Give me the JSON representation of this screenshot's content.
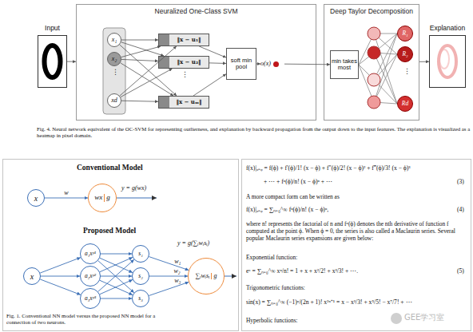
{
  "diagram": {
    "caption": "Fig. 4. Neural network equivalent of the OC-SVM for representing outlierness, and explanation by backward propagation from the output down to the input features. The explanation is visualized as a heatmap in pixel domain.",
    "nodes": [
      {
        "text": [
          "Input"
        ]
      },
      {
        "text": [
          "Neuralized One-Class SVM"
        ]
      },
      {
        "text": [
          "x₁"
        ],
        "in": 1
      },
      {
        "text": [
          "x₂"
        ],
        "in": 1
      },
      {
        "text": [
          "xd"
        ],
        "in": 1
      },
      {
        "text": [
          "‖x − u₁‖"
        ],
        "in": 1
      },
      {
        "text": [
          "‖x − u₂‖"
        ],
        "in": 1
      },
      {
        "text": [
          "‖x − uₘ‖"
        ],
        "in": 1
      },
      {
        "text": [
          "soft min pool"
        ],
        "in": 1
      },
      {
        "text": [
          "o(x)"
        ]
      },
      {
        "text": [
          "Deep Taylor Decomposition"
        ]
      },
      {
        "text": [
          "min takes most"
        ],
        "in": 10
      },
      {
        "text": [
          "R₁"
        ],
        "in": 10
      },
      {
        "text": [
          "R₂"
        ],
        "in": 10
      },
      {
        "text": [
          "Rd"
        ],
        "in": 10
      },
      {
        "text": [
          "Explanation"
        ]
      },
      {
        "text": [
          "x"
        ]
      },
      {
        "text": [
          "wx",
          "g"
        ]
      },
      {
        "text": [
          "x"
        ]
      },
      {
        "text": [
          "a₁xᵖ¹"
        ]
      },
      {
        "text": [
          "a₂xᵖ²"
        ]
      },
      {
        "text": [
          "a₃xᵖ³"
        ]
      },
      {
        "text": [
          "s₁"
        ]
      },
      {
        "text": [
          "s₂"
        ]
      },
      {
        "text": [
          "s₃"
        ]
      },
      {
        "text": [
          "∑ᵢwᵢsᵢ",
          "g"
        ]
      }
    ],
    "edges": [
      {
        "from": 0,
        "to": 1,
        "arrow": "to"
      },
      {
        "from": 2,
        "to": 5,
        "arrow": "to"
      },
      {
        "from": 2,
        "to": 6,
        "arrow": "to"
      },
      {
        "from": 2,
        "to": 7,
        "arrow": "to"
      },
      {
        "from": 3,
        "to": 5,
        "arrow": "to"
      },
      {
        "from": 3,
        "to": 6,
        "arrow": "to"
      },
      {
        "from": 3,
        "to": 7,
        "arrow": "to"
      },
      {
        "from": 4,
        "to": 5,
        "arrow": "to"
      },
      {
        "from": 4,
        "to": 6,
        "arrow": "to"
      },
      {
        "from": 4,
        "to": 7,
        "arrow": "to"
      },
      {
        "from": 5,
        "to": 8,
        "arrow": "to"
      },
      {
        "from": 6,
        "to": 8,
        "arrow": "to"
      },
      {
        "from": 7,
        "to": 8,
        "arrow": "to"
      },
      {
        "from": 8,
        "to": 9,
        "arrow": "to"
      },
      {
        "from": 9,
        "to": 11,
        "arrow": "to"
      },
      {
        "from": 10,
        "to": 15,
        "arrow": "to"
      },
      {
        "from": 16,
        "to": 17,
        "label": "w",
        "arrow": "to"
      },
      {
        "from": 18,
        "to": 19,
        "arrow": "to"
      },
      {
        "from": 18,
        "to": 20,
        "arrow": "to"
      },
      {
        "from": 18,
        "to": 21,
        "arrow": "to"
      },
      {
        "from": 19,
        "to": 22,
        "arrow": "to"
      },
      {
        "from": 19,
        "to": 23,
        "arrow": "to"
      },
      {
        "from": 19,
        "to": 24,
        "arrow": "to"
      },
      {
        "from": 20,
        "to": 22,
        "arrow": "to"
      },
      {
        "from": 20,
        "to": 23,
        "arrow": "to"
      },
      {
        "from": 20,
        "to": 24,
        "arrow": "to"
      },
      {
        "from": 21,
        "to": 22,
        "arrow": "to"
      },
      {
        "from": 21,
        "to": 23,
        "arrow": "to"
      },
      {
        "from": 21,
        "to": 24,
        "arrow": "to"
      },
      {
        "from": 22,
        "to": 25,
        "label": "w₁",
        "arrow": "to"
      },
      {
        "from": 23,
        "to": 25,
        "label": "w₂",
        "arrow": "to"
      },
      {
        "from": 24,
        "to": 25,
        "label": "w₃",
        "arrow": "to"
      }
    ],
    "labels": [
      "Conventional Model",
      "y = g(wx)",
      "Proposed Model",
      "y = g(∑ᵢwᵢsᵢ)",
      "Fig. 1. Conventional NN model versus the proposed NN model for a connection of two neurons.",
      "f(x)|ₓ₌ᵩ = f(ϕ) + f′(ϕ)/1! (x − ϕ) + f″(ϕ)/2! (x − ϕ)² + f‴(ϕ)/3! (x − ϕ)³",
      "+ ⋯ + fⁿ(ϕ)/n! (x − ϕ)ⁿ + ⋯",
      "(3)",
      "A more compact form can be written as",
      "f(x)|ₓ₌ᵩ = ∑ₙ₌₀^∞ fⁿ(ϕ)/n! (x − ϕ)ⁿ,",
      "(4)",
      "where n! represents the factorial of n and fⁿ(ϕ) denotes the nth derivative of function f computed at the point ϕ. When ϕ = 0, the series is also called a Maclaurin series. Several popular Maclaurin series expansions are given below:",
      "Exponential function:",
      "eˣ = ∑ₙ₌₀^∞ xⁿ/n! = 1 + x + x²/2! + x³/3! + ⋯.",
      "(5)",
      "Trigonometric functions:",
      "sin(x) = ∑ₙ₌₀^∞ (−1)ⁿ/(2n + 1)! x²ⁿ⁺¹ = x − x³/3! + x⁵/5! − x⁷/7! + ⋯",
      "Hyperbolic functions:",
      "GEE学习室",
      "⋮",
      "⋮",
      "⋮"
    ]
  }
}
